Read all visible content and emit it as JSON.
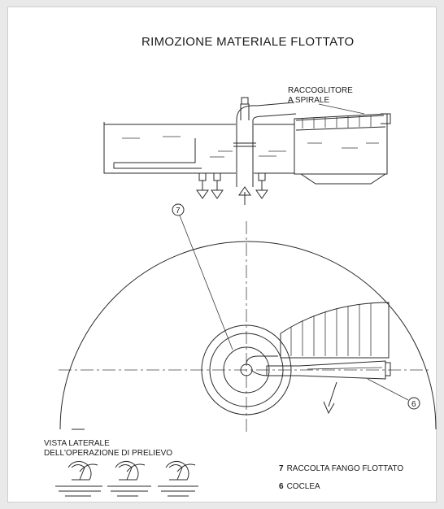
{
  "title": "RIMOZIONE MATERIALE FLOTTATO",
  "labels": {
    "collector_line1": "RACCOGLITORE",
    "collector_line2": "A SPIRALE",
    "side_view_line1": "VISTA LATERALE",
    "side_view_line2": "DELL'OPERAZIONE DI PRELIEVO"
  },
  "callouts": {
    "seven": "7",
    "six": "6"
  },
  "legend": [
    {
      "number": "7",
      "text": "RACCOLTA FANGO FLOTTATO"
    },
    {
      "number": "6",
      "text": "COCLEA"
    }
  ]
}
